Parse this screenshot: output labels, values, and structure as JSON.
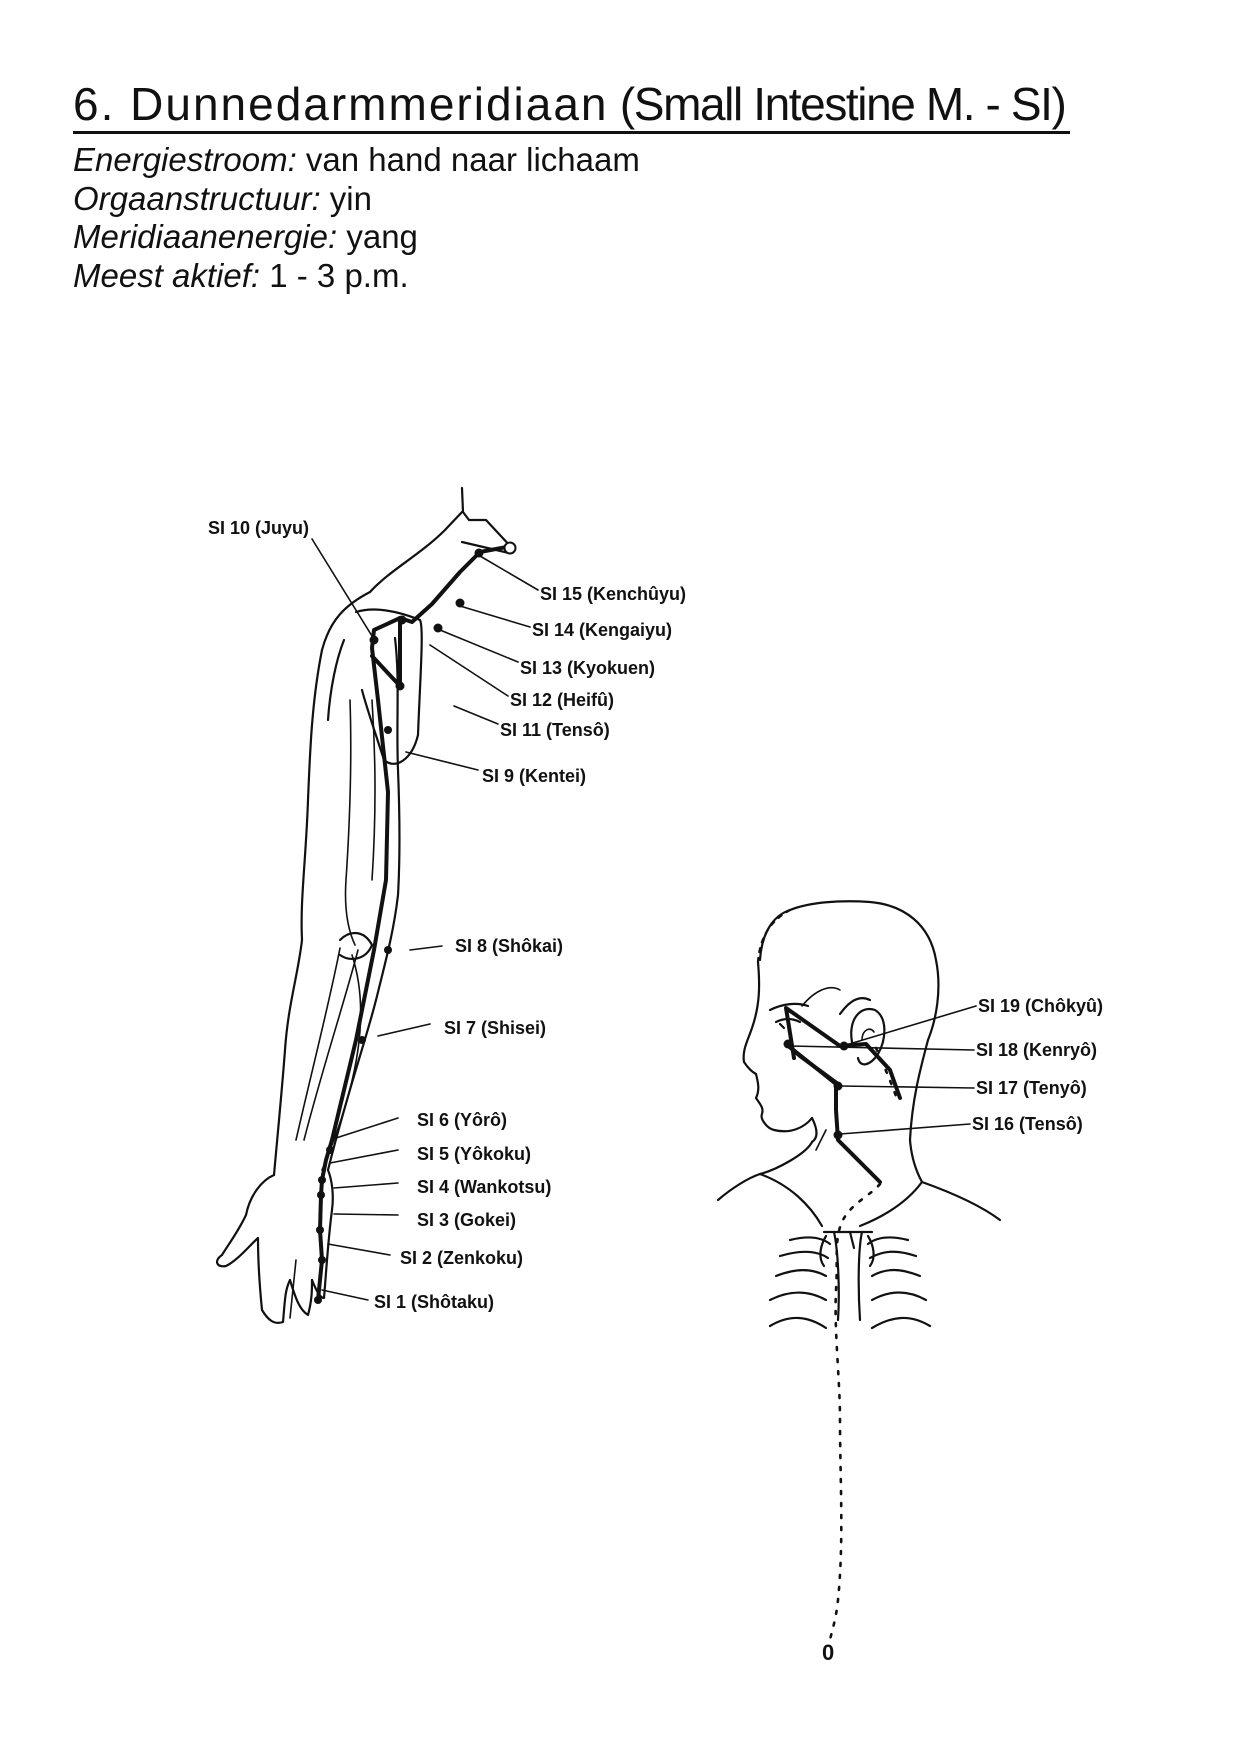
{
  "header": {
    "title_a": "6. Dunnedarmmeridiaan",
    "title_b": " (Small Intestine M. - SI)"
  },
  "properties": [
    {
      "label": "Energiestroom:",
      "value": " van hand naar lichaam"
    },
    {
      "label": "Orgaanstructuur:",
      "value": " yin"
    },
    {
      "label": "Meridiaanenergie:",
      "value": " yang"
    },
    {
      "label": "Meest aktief:",
      "value": " 1 - 3 p.m."
    }
  ],
  "points": {
    "si1": "SI 1 (Shôtaku)",
    "si2": "SI 2 (Zenkoku)",
    "si3": "SI 3 (Gokei)",
    "si4": "SI 4 (Wankotsu)",
    "si5": "SI 5 (Yôkoku)",
    "si6": "SI 6 (Yôrô)",
    "si7": "SI 7 (Shisei)",
    "si8": "SI 8 (Shôkai)",
    "si9": "SI 9 (Kentei)",
    "si10": "SI 10 (Juyu)",
    "si11": "SI 11 (Tensô)",
    "si12": "SI 12 (Heifû)",
    "si13": "SI 13 (Kyokuen)",
    "si14": "SI 14 (Kengaiyu)",
    "si15": "SI 15 (Kenchûyu)",
    "si16": "SI 16 (Tensô)",
    "si17": "SI 17 (Tenyô)",
    "si18": "SI 18 (Kenryô)",
    "si19": "SI 19 (Chôkyû)"
  },
  "footer": {
    "mark": "0"
  }
}
